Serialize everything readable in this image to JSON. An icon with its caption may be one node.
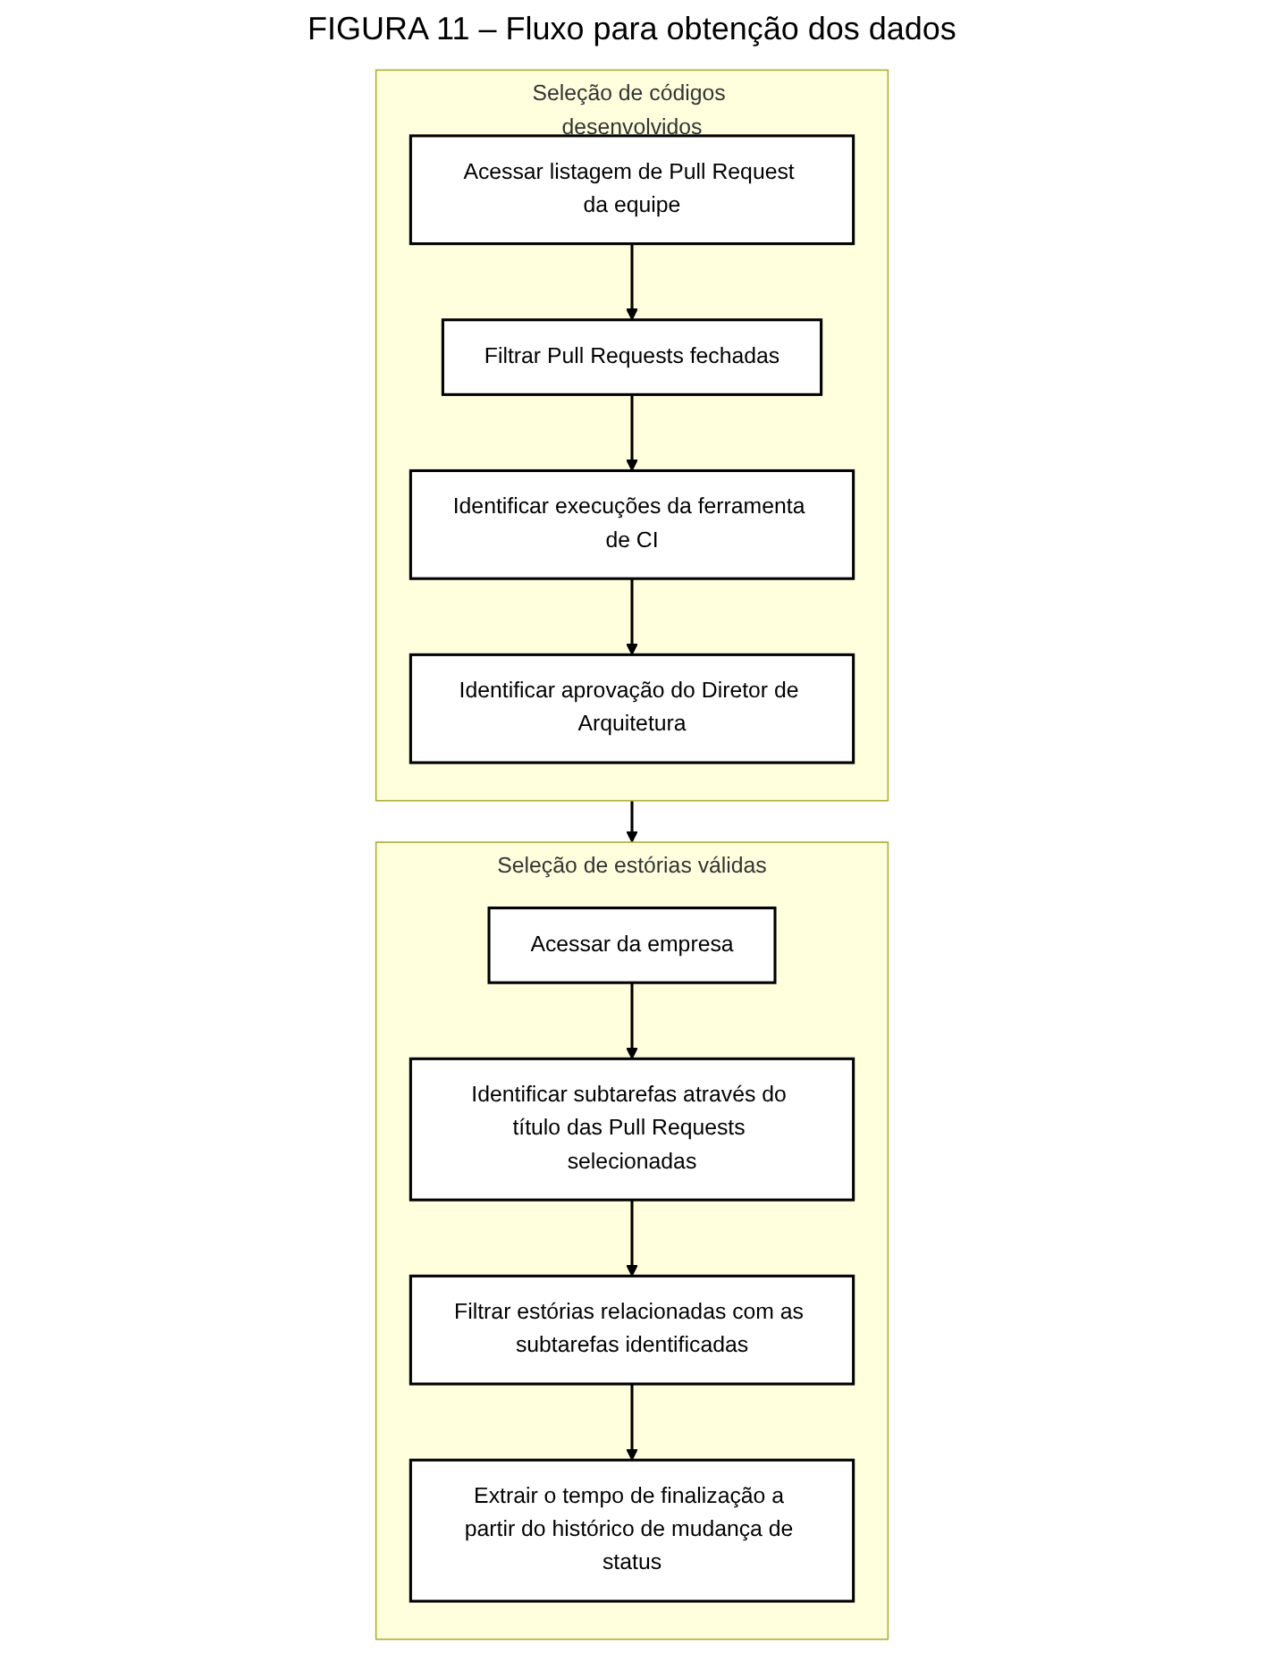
{
  "diagram": {
    "title": "FIGURA 11 – Fluxo para obtenção dos dados",
    "nodes": [
      {
        "text": [
          "Seleção de códigos desenvolvidos"
        ]
      },
      {
        "text": [
          "Acessar listagem de Pull Request da equipe"
        ],
        "in": 0
      },
      {
        "text": [
          "Filtrar Pull Requests fechadas"
        ],
        "in": 0
      },
      {
        "text": [
          "Identificar execuções da ferramenta de CI"
        ],
        "in": 0
      },
      {
        "text": [
          "Identificar aprovação do Diretor de Arquitetura"
        ],
        "in": 0
      },
      {
        "text": [
          "Seleção de estórias válidas"
        ]
      },
      {
        "text": [
          "Acessar da empresa"
        ],
        "in": 5
      },
      {
        "text": [
          "Identificar subtarefas através do título das Pull Requests selecionadas"
        ],
        "in": 5
      },
      {
        "text": [
          "Filtrar estórias relacionadas com as subtarefas identificadas"
        ],
        "in": 5
      },
      {
        "text": [
          "Extrair o tempo de finalização a partir do histórico de mudança de status"
        ],
        "in": 5
      }
    ],
    "edges": [
      {
        "from": 1,
        "to": 2,
        "arrow": "to"
      },
      {
        "from": 2,
        "to": 3,
        "arrow": "to"
      },
      {
        "from": 3,
        "to": 4,
        "arrow": "to"
      },
      {
        "from": 0,
        "to": 5,
        "arrow": "to"
      },
      {
        "from": 6,
        "to": 7,
        "arrow": "to"
      },
      {
        "from": 7,
        "to": 8,
        "arrow": "to"
      },
      {
        "from": 8,
        "to": 9,
        "arrow": "to"
      }
    ]
  }
}
